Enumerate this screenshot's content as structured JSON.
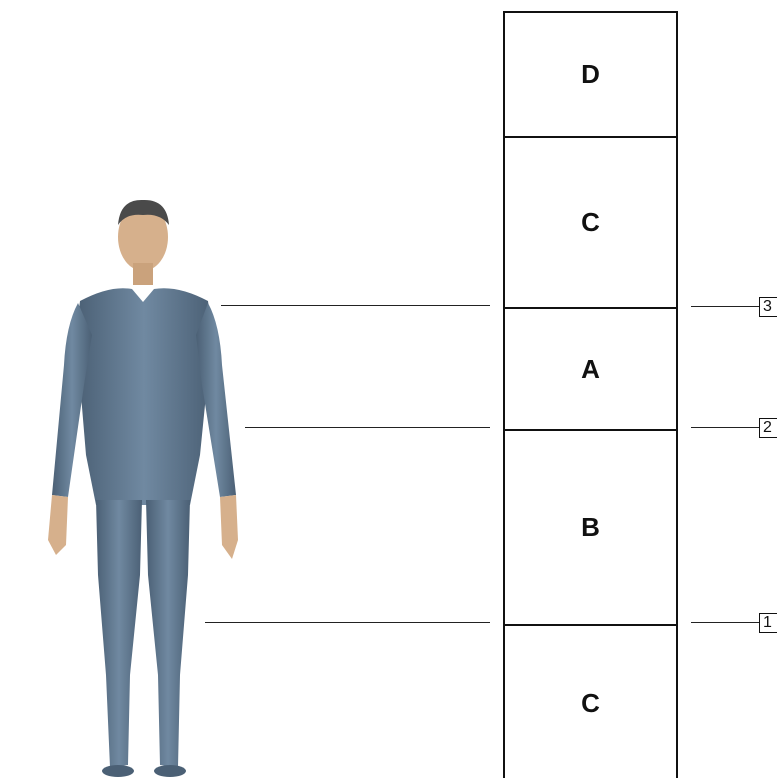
{
  "zones": [
    {
      "label": "D"
    },
    {
      "label": "C"
    },
    {
      "label": "A"
    },
    {
      "label": "B"
    },
    {
      "label": "C"
    }
  ],
  "levels": [
    {
      "label": "3"
    },
    {
      "label": "2"
    },
    {
      "label": "1"
    }
  ],
  "colors": {
    "body": "#5d7388",
    "skin": "#d6b08c",
    "hair": "#4a4a4a",
    "line": "#222222"
  }
}
